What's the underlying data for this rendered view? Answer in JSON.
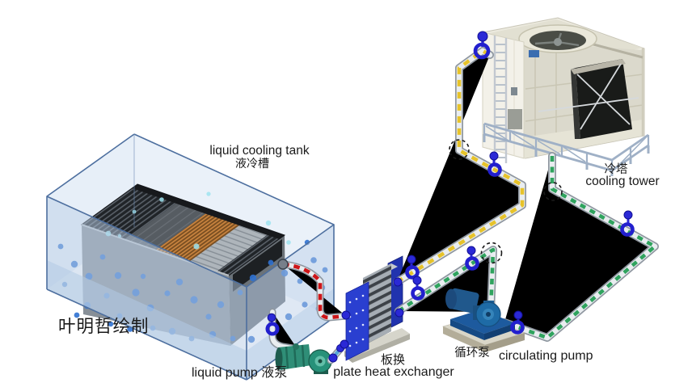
{
  "diagram": {
    "watermark": "叶明哲绘制",
    "components": {
      "liquid_cooling_tank": {
        "label_en": "liquid cooling tank",
        "label_zh": "液冷槽"
      },
      "liquid_pump": {
        "label": "liquid pump 液泵"
      },
      "plate_heat_exchanger": {
        "label_zh": "板换",
        "label_en": "plate heat exchanger"
      },
      "circulating_pump": {
        "label_zh": "循环泵",
        "label_en": "circulating pump"
      },
      "cooling_tower": {
        "label_zh": "冷塔",
        "label_en": "cooling tower"
      }
    },
    "colors": {
      "hot_loop_red": "#cd1518",
      "tower_supply_yellow": "#e7c32a",
      "tower_return_green": "#2fa35e",
      "coolant_blue": "#5aa7d9",
      "valve_blue": "#2b29d6",
      "tank_blue": "#b9cde6",
      "liquid_pump_teal": "#2f8e77",
      "circulating_pump_blue": "#1e6ba6"
    }
  }
}
